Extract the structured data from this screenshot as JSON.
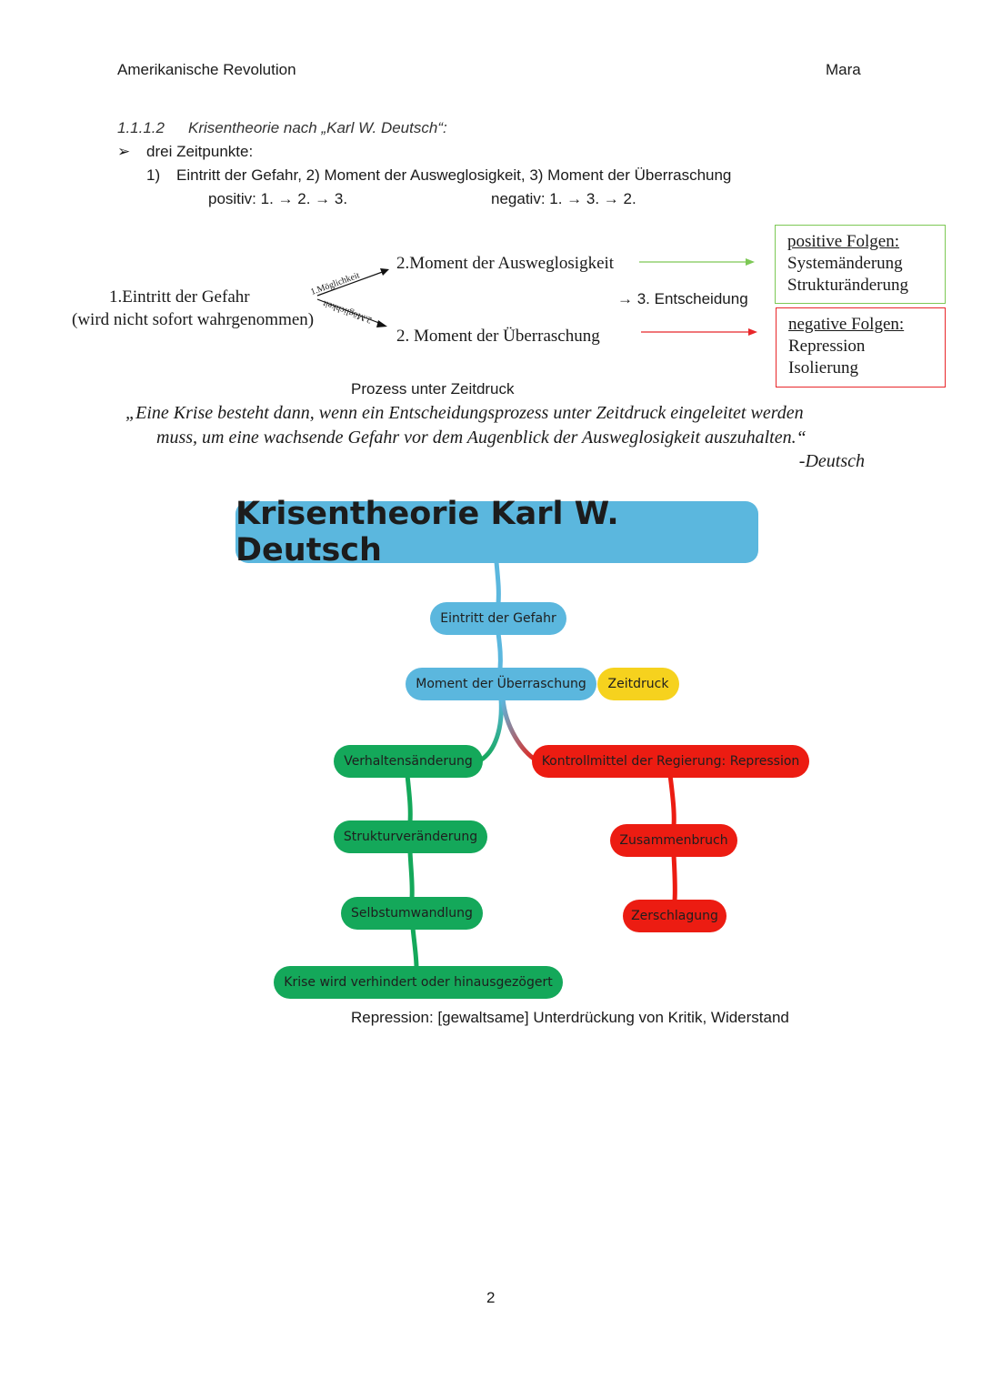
{
  "header": {
    "left": "Amerikanische Revolution",
    "right": "Mara"
  },
  "section": {
    "number": "1.1.1.2",
    "title": "Krisentheorie nach „Karl W. Deutsch“:"
  },
  "bullet": {
    "marker": "➢",
    "text": "drei Zeitpunkte:"
  },
  "numbered": {
    "marker": "1)",
    "text": "Eintritt der Gefahr, 2) Moment der Ausweglosigkeit, 3) Moment der Überraschung"
  },
  "sequence": {
    "positive": "positiv: 1. → 2. → 3.",
    "negative": "negativ: 1. → 3. → 2."
  },
  "diagram": {
    "start_line1": "1.Eintritt der Gefahr",
    "start_line2": "(wird nicht sofort wahrgenommen)",
    "upper_branch_label": "1.Möglichkeit",
    "lower_branch_label": "2.Möglichkeit",
    "upper_target": "2.Moment der Ausweglosigkeit",
    "lower_target": "2. Moment der Überraschung",
    "decision": "→ 3. Entscheidung",
    "positive_box": {
      "heading": "positive Folgen:",
      "line1": "Systemänderung",
      "line2": "Strukturänderung"
    },
    "negative_box": {
      "heading": "negative Folgen:",
      "line1": "Repression",
      "line2": "Isolierung"
    },
    "caption": "Prozess unter Zeitdruck",
    "colors": {
      "positive": "#7dc855",
      "negative": "#e8262a"
    }
  },
  "quote": {
    "line1": "„Eine Krise besteht dann, wenn ein Entscheidungsprozess unter Zeitdruck eingeleitet werden",
    "line2": "muss, um eine wachsende Gefahr vor dem Augenblick der Ausweglosigkeit auszuhalten.“",
    "author": "-Deutsch"
  },
  "mindmap": {
    "title": "Krisentheorie Karl W. Deutsch",
    "nodes": {
      "gefahr": "Eintritt der Gefahr",
      "ueberraschung": "Moment der Überraschung",
      "zeitdruck": "Zeitdruck",
      "verhalten": "Verhaltensänderung",
      "struktur": "Strukturveränderung",
      "selbst": "Selbstumwandlung",
      "verhindert": "Krise wird verhindert oder hinausgezögert",
      "kontroll": "Kontrollmittel der Regierung: Repression",
      "zusammenbruch": "Zusammenbruch",
      "zerschlagung": "Zerschlagung"
    },
    "colors": {
      "blue": "#5bb7de",
      "yellow": "#f6d21e",
      "green": "#14a85a",
      "red": "#ec1c12"
    }
  },
  "definition": "Repression: [gewaltsame] Unterdrückung von Kritik, Widerstand",
  "page_number": "2"
}
